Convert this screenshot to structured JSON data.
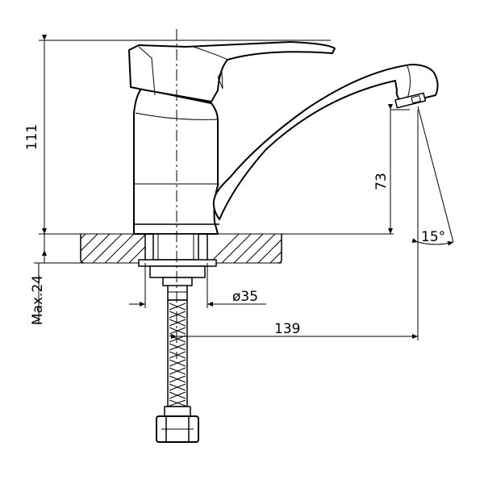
{
  "dimensions": {
    "height_total": "111",
    "spout_height": "73",
    "max_thickness": "Max.24",
    "hole_diameter": "ø35",
    "spout_reach": "139",
    "spout_angle": "15°"
  }
}
